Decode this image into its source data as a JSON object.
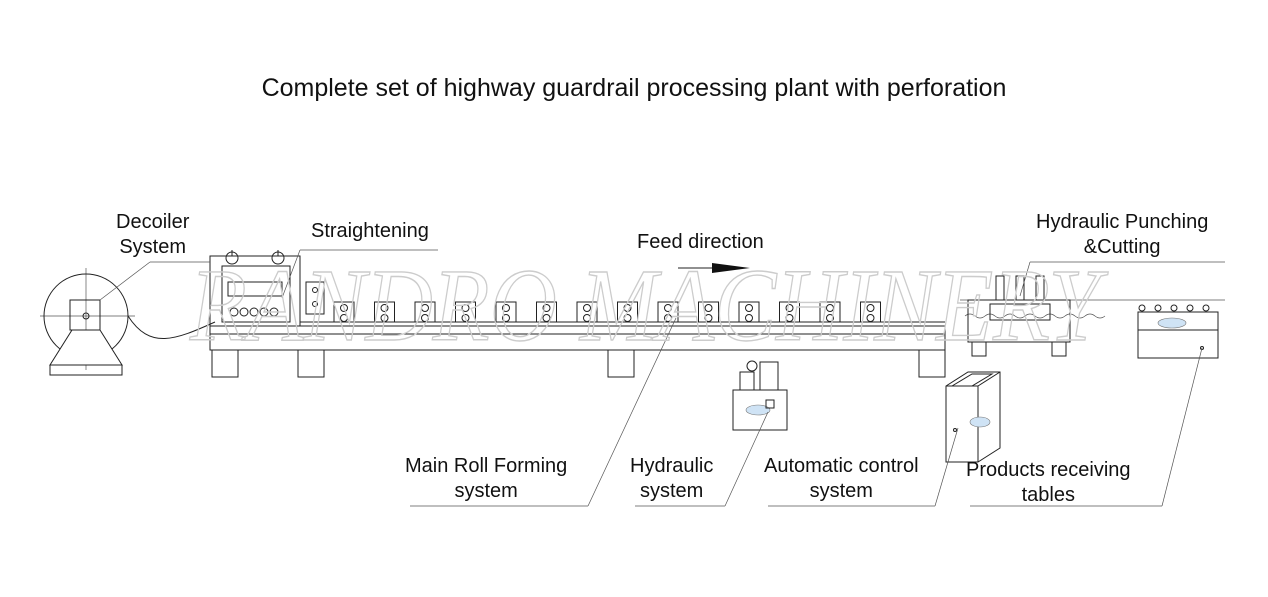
{
  "title": "Complete set of highway guardrail processing plant with perforation",
  "labels": {
    "decoiler_line1": "Decoiler",
    "decoiler_line2": "System",
    "straightening": "Straightening",
    "feed_direction": "Feed direction",
    "punching_line1": "Hydraulic Punching",
    "punching_line2": "&Cutting",
    "roll_forming_line1": "Main Roll Forming",
    "roll_forming_line2": "system",
    "hydraulic_line1": "Hydraulic",
    "hydraulic_line2": "system",
    "control_line1": "Automatic control",
    "control_line2": "system",
    "tables_line1": "Products receiving",
    "tables_line2": "tables"
  },
  "watermark": "RANDRO MACHINERY",
  "colors": {
    "line": "#222222",
    "watermark": "#d9d9d9",
    "screen": "#cfe3f5"
  }
}
